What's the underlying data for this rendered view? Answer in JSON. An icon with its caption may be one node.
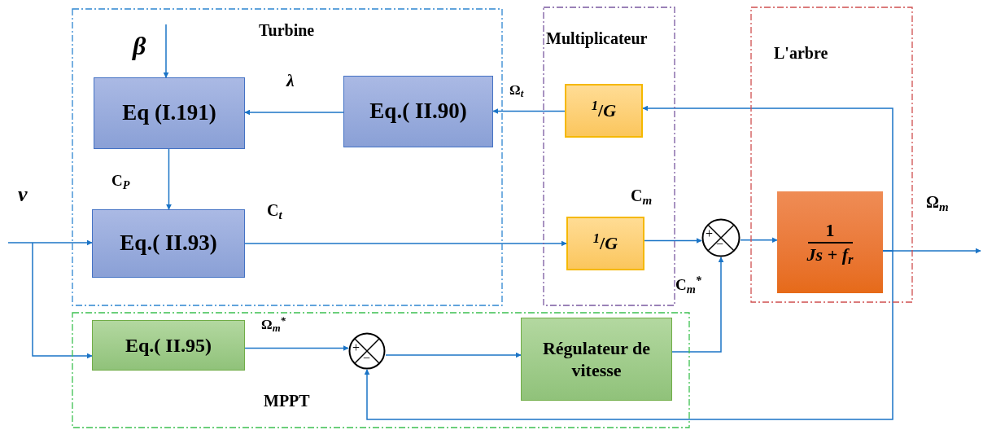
{
  "diagram": {
    "nodes": [
      {
        "text": [
          "Turbine"
        ]
      },
      {
        "text": [
          "Multiplicateur"
        ]
      },
      {
        "text": [
          "L'arbre"
        ]
      },
      {
        "text": [
          "MPPT"
        ]
      },
      {
        "text": [
          "Eq (I.191)"
        ],
        "in": 0
      },
      {
        "text": [
          "Eq.( II.90)"
        ],
        "in": 0
      },
      {
        "text": [
          "Eq.( II.93)"
        ],
        "in": 0
      },
      {
        "text": [
          "$^{1}$/*G*"
        ],
        "in": 1
      },
      {
        "text": [
          "$^{1}$/*G*"
        ],
        "in": 1
      },
      {
        "text": [
          "+",
          "−"
        ]
      },
      {
        "text": [
          "1",
          "*Js* + *f*$_{r}$"
        ],
        "in": 2
      },
      {
        "text": [
          "Eq.( II.95)"
        ],
        "in": 3
      },
      {
        "text": [
          "+",
          "−"
        ],
        "in": 3
      },
      {
        "text": [
          "Régulateur de vitesse"
        ],
        "in": 3
      }
    ],
    "edges": [
      {
        "from": null,
        "to": 4,
        "arrow": "to",
        "label": "*β*"
      },
      {
        "from": 5,
        "to": 4,
        "arrow": "to",
        "label": "*λ*"
      },
      {
        "from": 7,
        "to": 5,
        "arrow": "to",
        "label": "Ω$_{t}$"
      },
      {
        "from": 4,
        "to": 6,
        "arrow": "to",
        "label": "C$_{P}$"
      },
      {
        "from": null,
        "to": 6,
        "arrow": "to",
        "label": "*v*"
      },
      {
        "from": null,
        "to": 11,
        "arrow": "to"
      },
      {
        "from": 6,
        "to": 8,
        "arrow": "to",
        "label": "C$_{t}$"
      },
      {
        "from": 8,
        "to": 9,
        "arrow": "to",
        "label": "C$_{m}$"
      },
      {
        "from": 9,
        "to": 10,
        "arrow": "to"
      },
      {
        "from": 10,
        "to": null,
        "arrow": "to",
        "label": "Ω$_{m}$"
      },
      {
        "from": 10,
        "to": 7,
        "arrow": "to"
      },
      {
        "from": 10,
        "to": 12,
        "arrow": "to"
      },
      {
        "from": 11,
        "to": 12,
        "arrow": "to",
        "label": "Ω$_{m}$$^{*}$"
      },
      {
        "from": 12,
        "to": 13,
        "arrow": "to"
      },
      {
        "from": 13,
        "to": 9,
        "arrow": "to",
        "label": "C$_{m}$$^{*}$"
      }
    ]
  }
}
